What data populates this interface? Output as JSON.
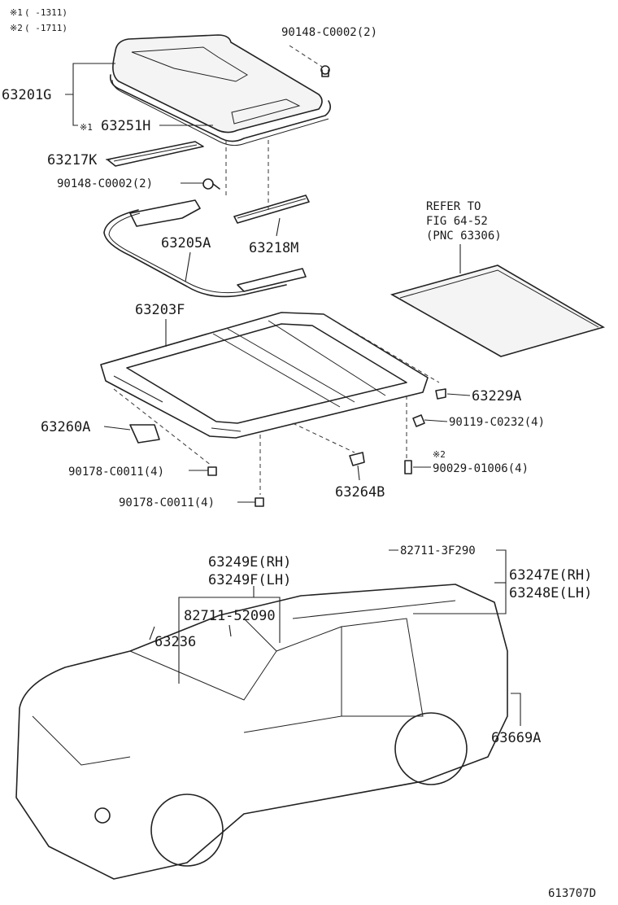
{
  "notes": {
    "note1_mark": "※1",
    "note1_range": "(   -1311)",
    "note2_mark": "※2",
    "note2_range": "(   -1711)"
  },
  "labels": {
    "p_90148_top": "90148-C0002(2)",
    "p_63201G": "63201G",
    "p_63251H_mark": "※1",
    "p_63251H": "63251H",
    "p_63217K": "63217K",
    "p_90148_mid": "90148-C0002(2)",
    "p_63205A": "63205A",
    "p_63218M": "63218M",
    "refer_line1": "REFER TO",
    "refer_line2": "FIG 64-52",
    "refer_line3": "(PNC 63306)",
    "p_63203F": "63203F",
    "p_63229A": "63229A",
    "p_63260A": "63260A",
    "p_90119": "90119-C0232(4)",
    "p_90029_mark": "※2",
    "p_90029": "90029-01006(4)",
    "p_90178_a": "90178-C0011(4)",
    "p_90178_b": "90178-C0011(4)",
    "p_63264B": "63264B",
    "p_82711_3F290": "82711-3F290",
    "p_63249E": "63249E(RH)",
    "p_63249F": "63249F(LH)",
    "p_63247E": "63247E(RH)",
    "p_63248E": "63248E(LH)",
    "p_82711_52090": "82711-52090",
    "p_63236": "63236",
    "p_63669A": "63669A"
  },
  "footer": {
    "figure_id": "613707D"
  }
}
